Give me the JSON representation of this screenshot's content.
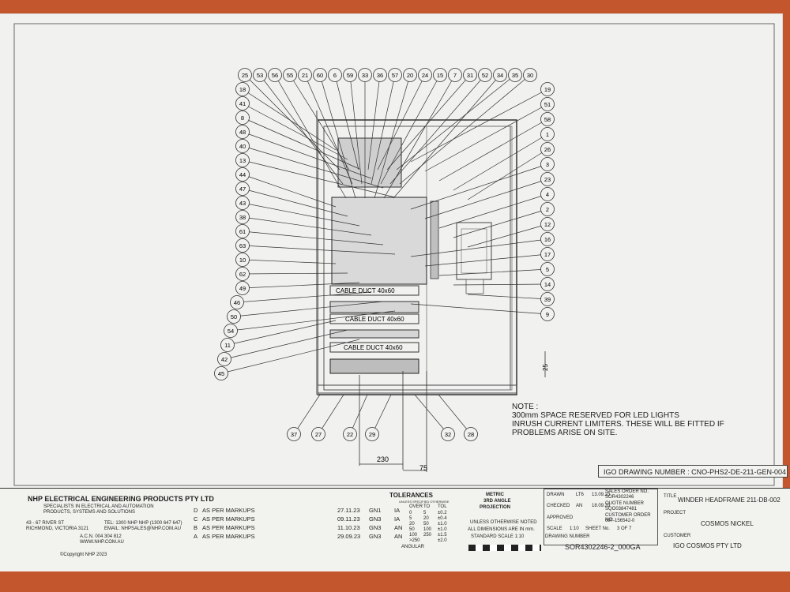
{
  "balloon_numbers_top": [
    "25",
    "53",
    "56",
    "55",
    "21",
    "60",
    "6",
    "59",
    "33",
    "36",
    "57",
    "20",
    "24",
    "15",
    "7",
    "31",
    "52",
    "34",
    "35",
    "30"
  ],
  "balloon_numbers_left": [
    "18",
    "41",
    "8",
    "48",
    "40",
    "13",
    "44",
    "47",
    "43",
    "38",
    "61",
    "63",
    "10",
    "62",
    "49",
    "46",
    "50",
    "54",
    "11",
    "42",
    "45"
  ],
  "balloon_numbers_right": [
    "19",
    "51",
    "58",
    "1",
    "26",
    "3",
    "23",
    "4",
    "2",
    "12",
    "16",
    "17",
    "5",
    "14",
    "39",
    "9"
  ],
  "balloon_numbers_bottom": [
    "37",
    "27",
    "22",
    "29",
    "32",
    "28"
  ],
  "duct_labels": [
    "CABLE DUCT 40x60",
    "CABLE DUCT 40x60",
    "CABLE DUCT 40x60"
  ],
  "dimensions": {
    "d230": "230",
    "d75": "75",
    "d25": "25"
  },
  "note_lines": [
    "NOTE :",
    "300mm SPACE RESERVED FOR LED LIGHTS",
    "INRUSH CURRENT LIMITERS. THESE WILL BE FITTED IF",
    "PROBLEMS ARISE ON SITE."
  ],
  "igo_drawing_number": "IGO DRAWING NUMBER : CNO-PHS2-DE-211-GEN-004",
  "company": {
    "name": "NHP ELECTRICAL ENGINEERING PRODUCTS PTY LTD",
    "line1": "SPECIALISTS IN ELECTRICAL AND AUTOMATION",
    "line2": "PRODUCTS, SYSTEMS AND SOLUTIONS",
    "address1": "43 - 67 RIVER ST",
    "address2": "RICHMOND, VICTORIA 3121",
    "tel": "TEL: 1300 NHP NHP (1300 647 647)",
    "email": "EMAIL: NHPSALES@NHP.COM.AU",
    "acn": "A.C.N. 004 304 812",
    "web": "WWW.NHP.COM.AU",
    "copyright": "©Copyright NHP 2023"
  },
  "revisions": [
    {
      "rev": "D",
      "desc": "AS PER MARKUPS",
      "date": "27.11.23",
      "by": "GN1",
      "chk": "IA"
    },
    {
      "rev": "C",
      "desc": "AS PER MARKUPS",
      "date": "09.11.23",
      "by": "GN3",
      "chk": "IA"
    },
    {
      "rev": "B",
      "desc": "AS PER MARKUPS",
      "date": "11.10.23",
      "by": "GN3",
      "chk": "AN"
    },
    {
      "rev": "A",
      "desc": "AS PER MARKUPS",
      "date": "29.09.23",
      "by": "GN3",
      "chk": "AN"
    }
  ],
  "tolerances": {
    "title": "TOLERANCES",
    "sub": "UNLESS SPECIFIED OTHERWISE",
    "headers": [
      "OVER",
      "TO",
      "TOL"
    ],
    "rows": [
      [
        "0",
        "5",
        "±0.2"
      ],
      [
        "5",
        "20",
        "±0.4"
      ],
      [
        "20",
        "50",
        "±1.0"
      ],
      [
        "50",
        "100",
        "±1.0"
      ],
      [
        "100",
        "250",
        "±1.5"
      ],
      [
        ">250",
        "",
        "±2.0"
      ]
    ],
    "angular": "ANGULAR"
  },
  "projection": {
    "l1": "METRIC",
    "l2": "3RD ANGLE",
    "l3": "PROJECTION"
  },
  "dims_note": {
    "l1": "UNLESS OTHERWISE NOTED",
    "l2": "ALL DIMENSIONS ARE IN mm.",
    "l3": "STANDARD SCALE 1:10"
  },
  "approval": {
    "drawn_label": "DRAWN",
    "drawn_by": "LT6",
    "drawn_date": "13.09.23",
    "checked_label": "CHECKED",
    "checked_by": "AN",
    "checked_date": "18.09.23",
    "approved_label": "APPROVED",
    "scale_label": "SCALE",
    "scale": "1:10",
    "sheet_label": "SHEET No.",
    "sheet": "3 OF 7",
    "sales_order_label": "SALES ORDER NO.",
    "sales_order": "SOR4302246",
    "quote_label": "QUOTE NUMBER",
    "quote": "SQO03847481",
    "customer_order_label": "CUSTOMER ORDER NO.",
    "customer_order": "697-156542-0",
    "drawing_number_label": "DRAWING NUMBER",
    "drawing_number": "SOR4302246-2_000GA"
  },
  "title_block": {
    "title_label": "TITLE",
    "title": "WINDER HEADFRAME 211-DB-002",
    "project_label": "PROJECT",
    "project": "COSMOS NICKEL",
    "customer_label": "CUSTOMER",
    "customer": "IGO COSMOS PTY LTD"
  }
}
